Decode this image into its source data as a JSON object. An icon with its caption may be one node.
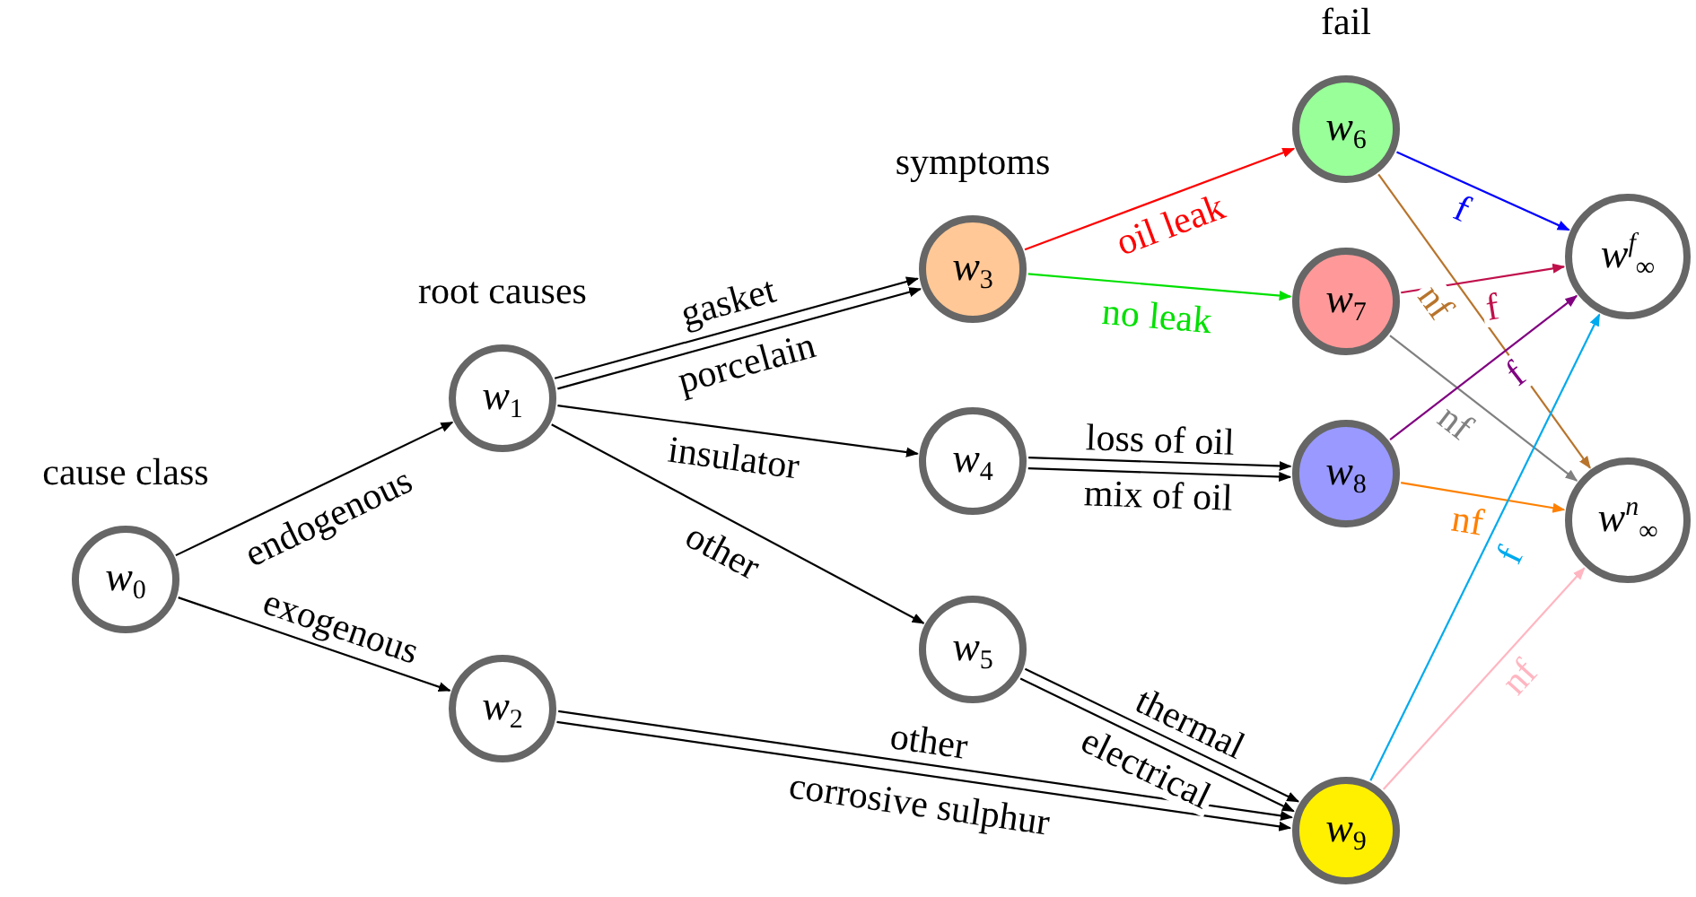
{
  "diagram": {
    "nodes": [
      {
        "text": [
          "*w*$_{0}$"
        ],
        "beside": [
          "cause class"
        ]
      },
      {
        "text": [
          "*w*$_{1}$"
        ],
        "beside": [
          "root causes"
        ]
      },
      {
        "text": [
          "*w*$_{2}$"
        ]
      },
      {
        "text": [
          "*w*$_{3}$"
        ],
        "beside": [
          "symptoms"
        ]
      },
      {
        "text": [
          "*w*$_{4}$"
        ]
      },
      {
        "text": [
          "*w*$_{5}$"
        ]
      },
      {
        "text": [
          "*w*$_{6}$"
        ],
        "beside": [
          "fail"
        ]
      },
      {
        "text": [
          "*w*$_{7}$"
        ]
      },
      {
        "text": [
          "*w*$_{8}$"
        ]
      },
      {
        "text": [
          "*w*$_{9}$"
        ]
      },
      {
        "text": [
          "*w*$^{f}$$_{∞}$"
        ]
      },
      {
        "text": [
          "*w*$^{n}$$_{∞}$"
        ]
      }
    ],
    "edges": [
      {
        "from": 0,
        "to": 1,
        "arrow": "to",
        "label": "endogenous"
      },
      {
        "from": 0,
        "to": 2,
        "arrow": "to",
        "label": "exogenous"
      },
      {
        "from": 1,
        "to": 3,
        "arrow": "to",
        "label": "gasket"
      },
      {
        "from": 1,
        "to": 3,
        "arrow": "to",
        "label": "porcelain"
      },
      {
        "from": 1,
        "to": 4,
        "arrow": "to",
        "label": "insulator"
      },
      {
        "from": 1,
        "to": 5,
        "arrow": "to",
        "label": "other"
      },
      {
        "from": 2,
        "to": 9,
        "arrow": "to",
        "label": "other"
      },
      {
        "from": 2,
        "to": 9,
        "arrow": "to",
        "label": "corrosive sulphur"
      },
      {
        "from": 3,
        "to": 6,
        "arrow": "to",
        "label": "oil leak",
        "color": "#ff0000"
      },
      {
        "from": 3,
        "to": 7,
        "arrow": "to",
        "label": "no leak",
        "color": "#00e000"
      },
      {
        "from": 4,
        "to": 8,
        "arrow": "to",
        "label": "loss of oil"
      },
      {
        "from": 4,
        "to": 8,
        "arrow": "to",
        "label": "mix of oil"
      },
      {
        "from": 5,
        "to": 9,
        "arrow": "to",
        "label": "thermal"
      },
      {
        "from": 5,
        "to": 9,
        "arrow": "to",
        "label": "electrical"
      },
      {
        "from": 6,
        "to": 10,
        "arrow": "to",
        "label": "f",
        "color": "#0000ff"
      },
      {
        "from": 6,
        "to": 11,
        "arrow": "to",
        "label": "nf",
        "color": "#b8742c"
      },
      {
        "from": 7,
        "to": 10,
        "arrow": "to",
        "label": "f",
        "color": "#c0104c"
      },
      {
        "from": 7,
        "to": 11,
        "arrow": "to",
        "label": "nf",
        "color": "#808080"
      },
      {
        "from": 8,
        "to": 10,
        "arrow": "to",
        "label": "f",
        "color": "#800080"
      },
      {
        "from": 8,
        "to": 11,
        "arrow": "to",
        "label": "nf",
        "color": "#ff8000"
      },
      {
        "from": 9,
        "to": 10,
        "arrow": "to",
        "label": "f",
        "color": "#00aaee"
      },
      {
        "from": 9,
        "to": 11,
        "arrow": "to",
        "label": "nf",
        "color": "#ffb6c1"
      }
    ]
  }
}
